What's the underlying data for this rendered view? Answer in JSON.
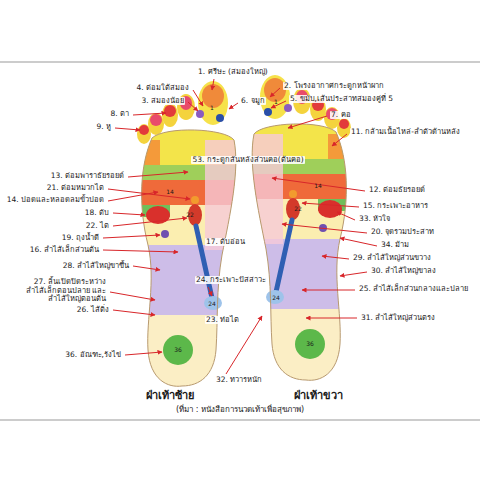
{
  "diagram": {
    "caption": "(ที่มา : หนังสือการนวดเท้าเพื่อสุขภาพ)",
    "labels": [
      "1. ศรีษะ (สมองใหญ่)",
      "2. โพรงอากาศกระดูกหน้าผาก",
      "4. ต่อมใต้สมอง",
      "3. สมองน้อย",
      "6. จมูก",
      "5. ขมับ,เส้นประสาทสมองคู่ที่ 5",
      "8. ตา",
      "7. คอ",
      "9. หู",
      "11. กล้ามเนื้อไหล่-ลำตัวด้านหลัง",
      "53. กระดูกสันหลังส่วนคอ(ต้นคอ)",
      "13. ต่อมพาราธัยรอยด์",
      "21. ต่อมหมวกไต",
      "12. ต่อมธัยรอยด์",
      "14. ปอดและหลอดลมขั้วปอด",
      "15. กระเพาะอาหาร",
      "18. ตับ",
      "33. หัวใจ",
      "22. ไต",
      "20. จุดรวมประสาท",
      "19. ถุงน้ำดี",
      "17. ตับอ่อน",
      "34. ม้าม",
      "16. ลำไส้เล็กส่วนต้น",
      "29. ลำไส้ใหญ่ส่วนขวาง",
      "28. ลำไส้ใหญ่ขาขึ้น",
      "30. ลำไส้ใหญ่ขาลง",
      "24. กระเพาะปัสสาวะ",
      "27. ลิ้นเปิดปิดระหว่างลำไส้เล็กตอนปลาย และลำไส้ใหญ่ตอนต้น",
      "25. ลำไส้เล็กส่วนกลางและปลาย",
      "26. ไส้ติ่ง",
      "23. ท่อไต",
      "31. ลำไส้ใหญ่ส่วนตรง",
      "36. อัณฑะ,รังไข่",
      "32. ทวารหนัก",
      "ฝ่าเท้าซ้าย",
      "ฝ่าเท้าขวา",
      "1",
      "1",
      "14",
      "14",
      "22",
      "22",
      "24",
      "24",
      "36",
      "36"
    ]
  }
}
